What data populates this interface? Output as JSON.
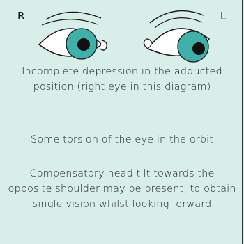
{
  "labels": {
    "right": "R",
    "left": "L"
  },
  "captions": {
    "depression": "Incomplete depression in the adducted position (right eye in this diagram)",
    "torsion": "Some torsion of the eye in the orbit",
    "head_tilt": "Compensatory head tilt towards the opposite shoulder may be present, to obtain single vision whilst looking forward"
  },
  "colors": {
    "background": "#d8eee9",
    "iris": "#3fb1a8",
    "pupil": "#111111",
    "outline": "#1a1a1a"
  }
}
